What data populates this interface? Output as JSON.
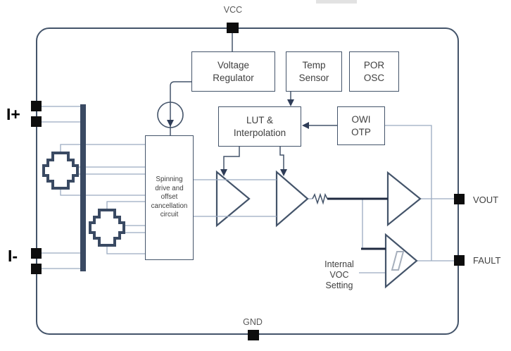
{
  "diagram": {
    "pins": {
      "vcc": "VCC",
      "gnd": "GND",
      "vout": "VOUT",
      "fault": "FAULT",
      "i_plus": "I+",
      "i_minus": "I-"
    },
    "blocks": {
      "voltage_regulator": {
        "lines": [
          "Voltage",
          "Regulator"
        ]
      },
      "temp_sensor": {
        "lines": [
          "Temp",
          "Sensor"
        ]
      },
      "por_osc": {
        "lines": [
          "POR",
          "OSC"
        ]
      },
      "lut": {
        "lines": [
          "LUT &",
          "Interpolation"
        ]
      },
      "owi": {
        "lines": [
          "OWI",
          "OTP"
        ]
      },
      "spinning": {
        "lines": [
          "Spinning",
          "drive and",
          "offset",
          "cancellation",
          "circuit"
        ]
      }
    },
    "labels": {
      "internal_voc": {
        "lines": [
          "Internal",
          "VOC",
          "Setting"
        ]
      }
    },
    "colors": {
      "outline": "#44546A",
      "thin_line": "#9AABc1",
      "thick_line": "#1F2A40",
      "pin": "#0D0D0D",
      "text": "#404040",
      "hysteresis": "#A6AFBC"
    }
  }
}
